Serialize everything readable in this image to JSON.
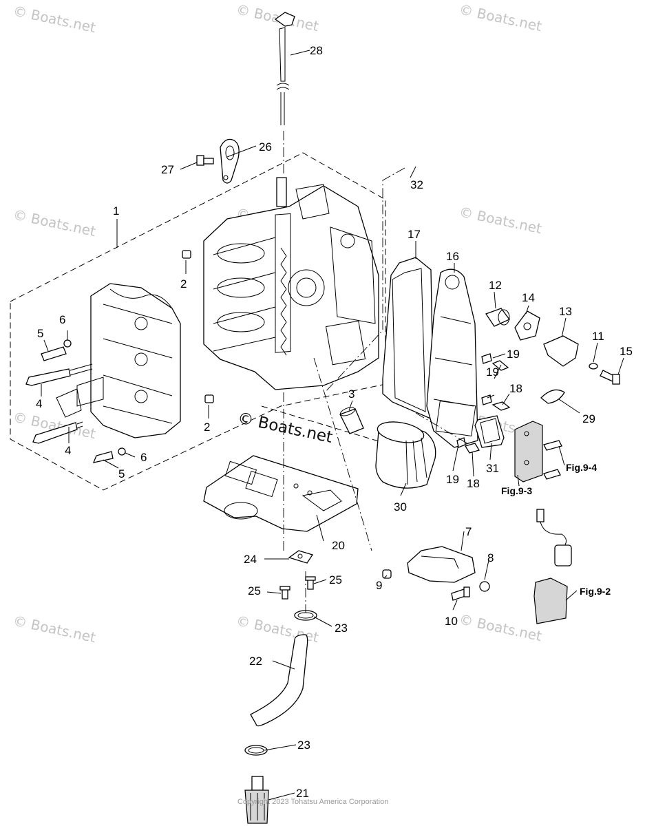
{
  "diagram": {
    "callouts": {
      "c1": "1",
      "c2a": "2",
      "c2b": "2",
      "c3": "3",
      "c4a": "4",
      "c4b": "4",
      "c5a": "5",
      "c5b": "5",
      "c6a": "6",
      "c6b": "6",
      "c7": "7",
      "c8": "8",
      "c9": "9",
      "c10": "10",
      "c11": "11",
      "c12": "12",
      "c13": "13",
      "c14": "14",
      "c15": "15",
      "c16": "16",
      "c17": "17",
      "c18a": "18",
      "c18b": "18",
      "c19a": "19",
      "c19b": "19",
      "c19c": "19",
      "c20": "20",
      "c21": "21",
      "c22": "22",
      "c23a": "23",
      "c23b": "23",
      "c24": "24",
      "c25a": "25",
      "c25b": "25",
      "c26": "26",
      "c27": "27",
      "c28": "28",
      "c29": "29",
      "c30": "30",
      "c31": "31",
      "c32": "32"
    },
    "figure_refs": {
      "fig92": "Fig.9-2",
      "fig93": "Fig.9-3",
      "fig94": "Fig.9-4"
    }
  },
  "watermark": {
    "text": "© Boats.net",
    "center_text": "© Boats.net"
  },
  "copyright": "Copyright 2023 Tohatsu America Corporation"
}
